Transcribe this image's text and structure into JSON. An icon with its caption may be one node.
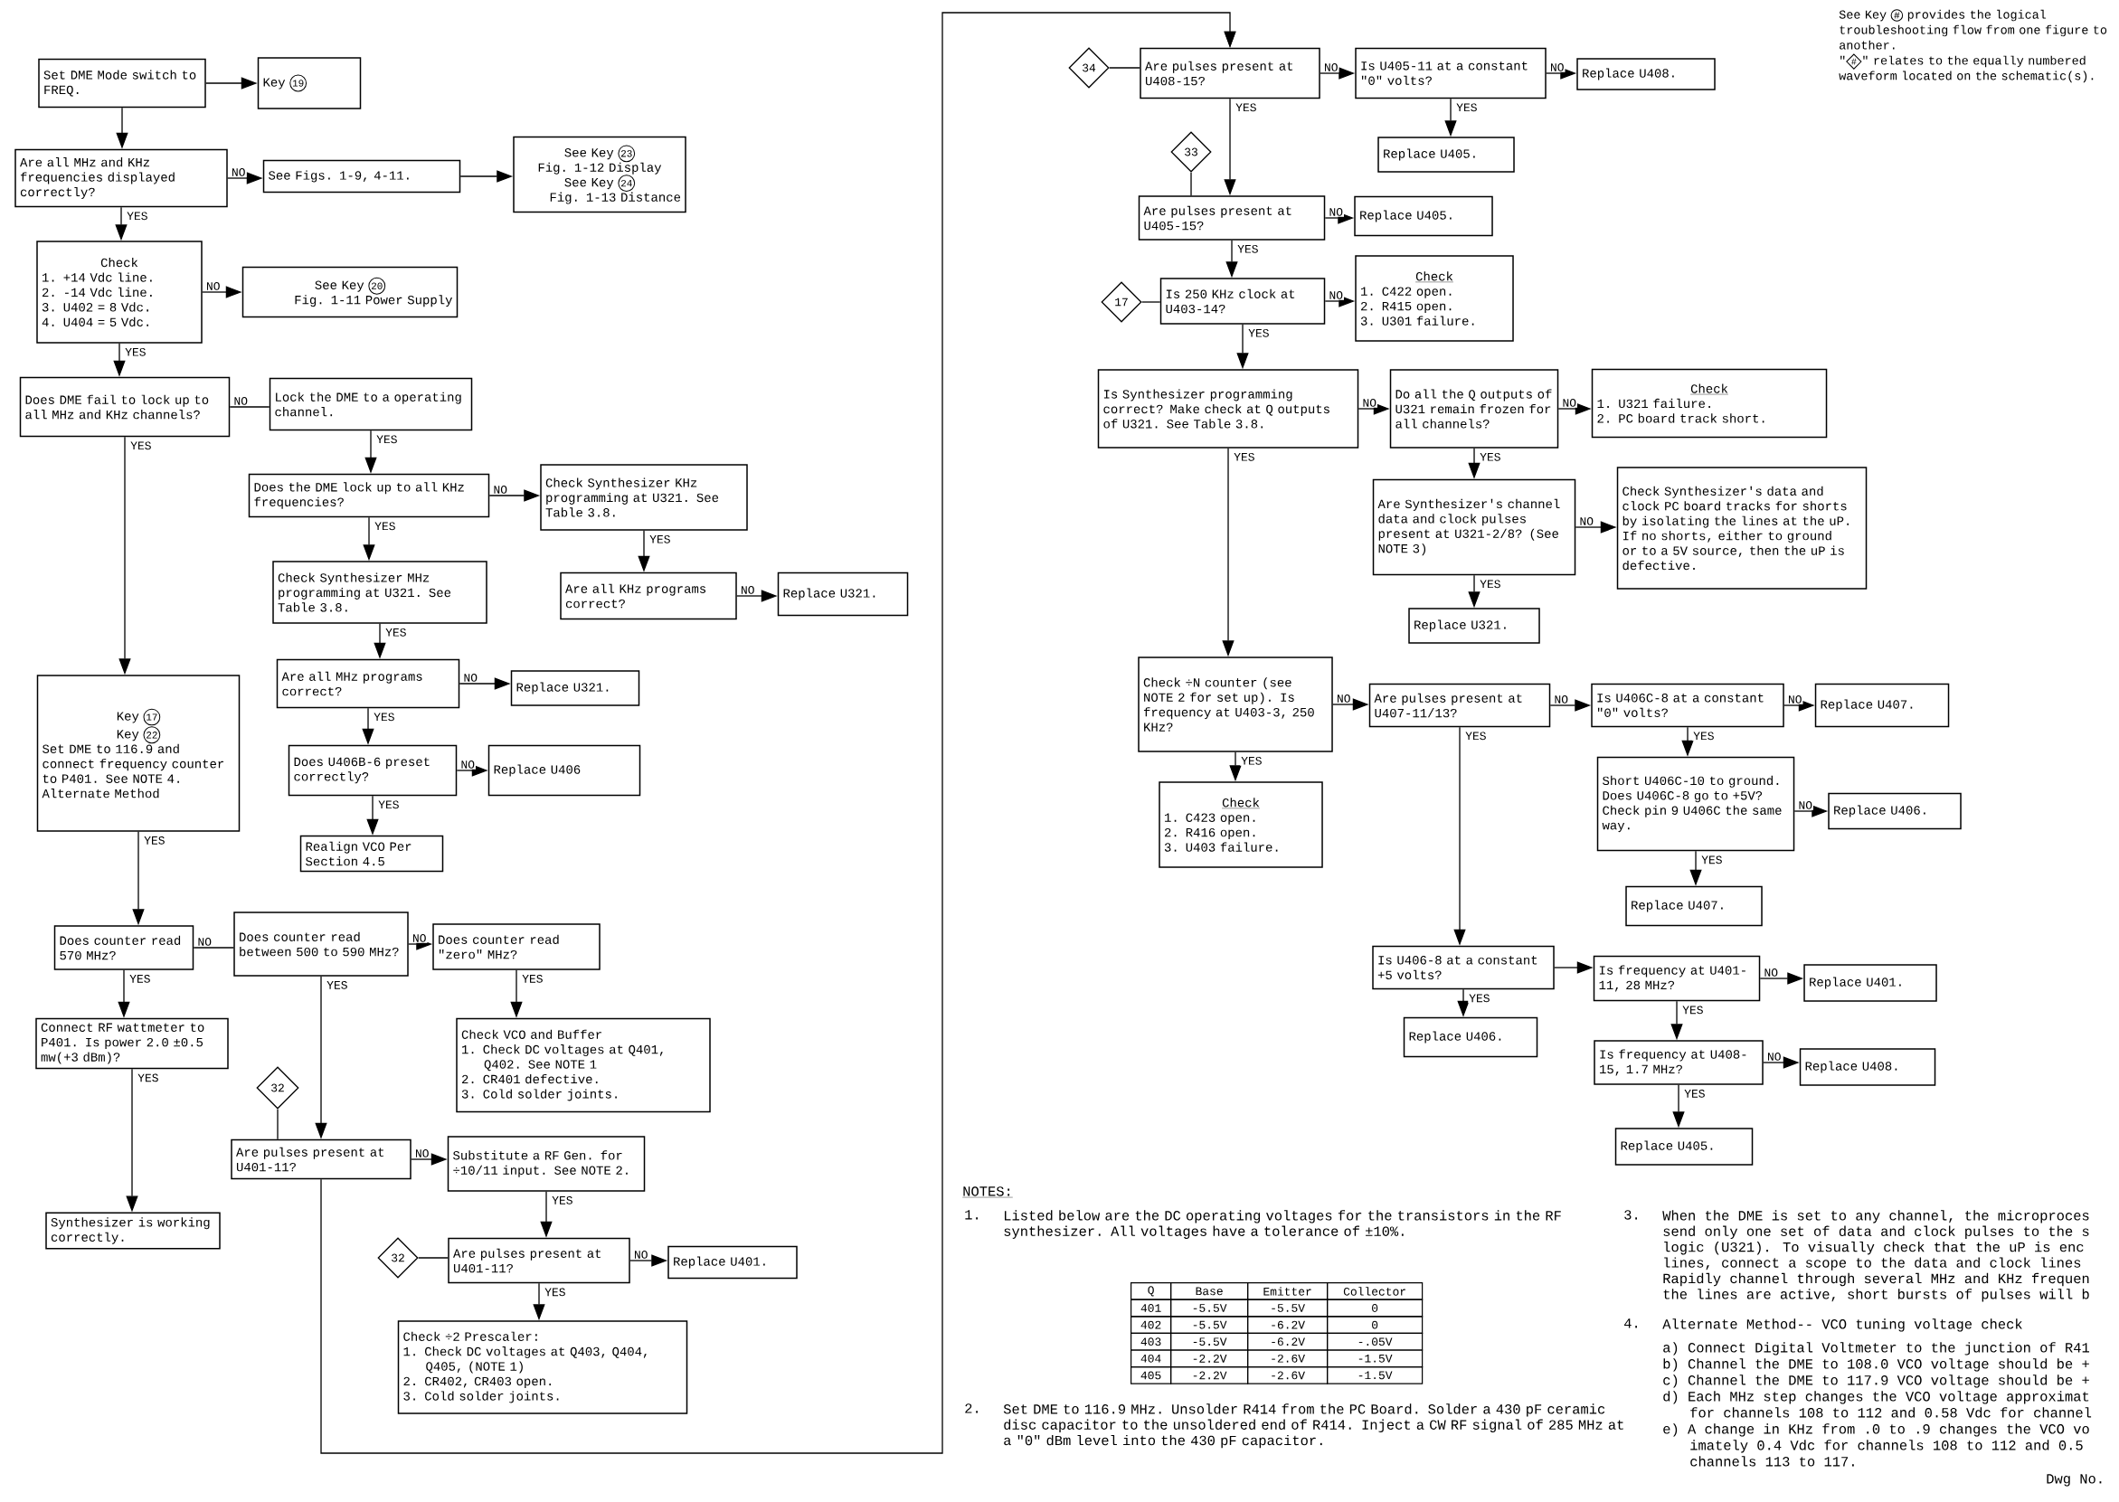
{
  "diagram": {
    "nodes": [
      {
        "text": [
          "Set DME Mode switch to FREQ."
        ]
      },
      {
        "text": [
          "Key",
          "19"
        ]
      },
      {
        "text": [
          "Are all MHz and KHz frequencies displayed correctly?"
        ]
      },
      {
        "text": [
          "See Figs. 1-9, 4-11."
        ]
      },
      {
        "text": [
          "See Key",
          "23",
          "Fig. 1-12 Display",
          "See Key",
          "24",
          "Fig. 1-13 Distance"
        ]
      },
      {
        "text": [
          "Check",
          "1. +14 Vdc line.",
          "2. -14 Vdc line.",
          "3. U402 = 8 Vdc.",
          "4. U404 = 5 Vdc."
        ]
      },
      {
        "text": [
          "See Key",
          "20",
          "Fig. 1-11 Power Supply"
        ]
      },
      {
        "text": [
          "Does DME fail to lock up to all MHz and KHz channels?"
        ]
      },
      {
        "text": [
          "Lock the DME to a operating channel."
        ]
      },
      {
        "text": [
          "Does the DME lock up to all KHz frequencies?"
        ]
      },
      {
        "text": [
          "Check Synthesizer KHz programming at U321. See Table 3.8."
        ]
      },
      {
        "text": [
          "Are all KHz programs correct?"
        ]
      },
      {
        "text": [
          "Replace U321."
        ]
      },
      {
        "text": [
          "Check Synthesizer MHz programming at U321. See Table 3.8."
        ]
      },
      {
        "text": [
          "Are all MHz programs correct?"
        ]
      },
      {
        "text": [
          "Replace U321."
        ]
      },
      {
        "text": [
          "Does U406B-6 preset correctly?"
        ]
      },
      {
        "text": [
          "Replace U406"
        ]
      },
      {
        "text": [
          "Realign VCO Per Section 4.5"
        ]
      },
      {
        "text": [
          "Key",
          "17",
          "Key",
          "22",
          "Set DME to 116.9 and connect frequency counter to P401. See NOTE 4. Alternate Method"
        ]
      },
      {
        "text": [
          "Does counter read 570 MHz?"
        ]
      },
      {
        "text": [
          "Does counter read between 500 to 590 MHz?"
        ]
      },
      {
        "text": [
          "Does counter read \"zero\" MHz?"
        ]
      },
      {
        "text": [
          "Check VCO and Buffer",
          "1. Check DC voltages at Q401, Q402. See NOTE 1",
          "2. CR401 defective.",
          "3. Cold solder joints."
        ]
      },
      {
        "text": [
          "32"
        ]
      },
      {
        "text": [
          "Are pulses present at U401-11?"
        ]
      },
      {
        "text": [
          "Substitute a RF Gen. for ÷10/11 input. See NOTE 2."
        ]
      },
      {
        "text": [
          "32"
        ]
      },
      {
        "text": [
          "Are pulses present at U401-11?"
        ]
      },
      {
        "text": [
          "Replace U401."
        ]
      },
      {
        "text": [
          "Check ÷2 Prescaler:",
          "1. Check DC voltages at Q403, Q404, Q405, (NOTE 1)",
          "2. CR402, CR403 open.",
          "3. Cold solder joints."
        ]
      },
      {
        "text": [
          "Connect RF wattmeter to P401. Is power 2.0 ±0.5 mw(+3 dBm)?"
        ]
      },
      {
        "text": [
          "Synthesizer is working correctly."
        ]
      },
      {
        "text": [
          "34"
        ]
      },
      {
        "text": [
          "Are pulses present at U408-15?"
        ]
      },
      {
        "text": [
          "Is U405-11 at a constant \"0\" volts?"
        ]
      },
      {
        "text": [
          "Replace U408."
        ]
      },
      {
        "text": [
          "Replace U405."
        ]
      },
      {
        "text": [
          "33"
        ]
      },
      {
        "text": [
          "Are pulses present at U405-15?"
        ]
      },
      {
        "text": [
          "Replace U405."
        ]
      },
      {
        "text": [
          "17"
        ]
      },
      {
        "text": [
          "Is 250 KHz clock at U403-14?"
        ]
      },
      {
        "text": [
          "Check",
          "1. C422 open.",
          "2. R415 open.",
          "3. U301 failure."
        ]
      },
      {
        "text": [
          "Is Synthesizer programming correct? Make check at Q outputs of U321. See Table 3.8."
        ]
      },
      {
        "text": [
          "Do all the Q outputs of U321 remain frozen for all channels?"
        ]
      },
      {
        "text": [
          "Check",
          "1. U321 failure.",
          "2. PC board track short."
        ]
      },
      {
        "text": [
          "Are Synthesizer's channel data and clock pulses present at U321-2/8? (See NOTE 3)"
        ]
      },
      {
        "text": [
          "Check Synthesizer's data and clock PC board tracks for shorts by isolating the lines at the uP. If no shorts, either to ground or to a 5V source, then the uP is defective."
        ]
      },
      {
        "text": [
          "Replace U321."
        ]
      },
      {
        "text": [
          "Check ÷N counter (see NOTE 2 for set up). Is frequency at U403-3, 250 KHz?"
        ]
      },
      {
        "text": [
          "Check",
          "1. C423 open.",
          "2. R416 open.",
          "3. U403 failure."
        ]
      },
      {
        "text": [
          "Are pulses present at U407-11/13?"
        ]
      },
      {
        "text": [
          "Is U406C-8 at a constant \"0\" volts?"
        ]
      },
      {
        "text": [
          "Replace U407."
        ]
      },
      {
        "text": [
          "Short U406C-10 to ground. Does U406C-8 go to +5V? Check pin 9 U406C the same way."
        ]
      },
      {
        "text": [
          "Replace U406."
        ]
      },
      {
        "text": [
          "Replace U407."
        ]
      },
      {
        "text": [
          "Is U406-8 at a constant +5 volts?"
        ]
      },
      {
        "text": [
          "Replace U406."
        ]
      },
      {
        "text": [
          "Is frequency at U401-11, 28 MHz?"
        ]
      },
      {
        "text": [
          "Replace U401."
        ]
      },
      {
        "text": [
          "Is frequency at U408-15, 1.7 MHz?"
        ]
      },
      {
        "text": [
          "Replace U408."
        ]
      },
      {
        "text": [
          "Replace U405."
        ]
      }
    ],
    "edges": [
      {
        "from": 0,
        "to": 1,
        "arrow": "to"
      },
      {
        "from": 0,
        "to": 2,
        "arrow": "to"
      },
      {
        "from": 2,
        "to": 3,
        "arrow": "to",
        "label": "NO"
      },
      {
        "from": 3,
        "to": 4,
        "arrow": "to"
      },
      {
        "from": 2,
        "to": 5,
        "arrow": "to",
        "label": "YES"
      },
      {
        "from": 5,
        "to": 6,
        "arrow": "to",
        "label": "NO"
      },
      {
        "from": 5,
        "to": 7,
        "arrow": "to",
        "label": "YES"
      },
      {
        "from": 7,
        "to": 8,
        "arrow": "none",
        "label": "NO"
      },
      {
        "from": 8,
        "to": 9,
        "arrow": "to",
        "label": "YES"
      },
      {
        "from": 9,
        "to": 10,
        "arrow": "to",
        "label": "NO"
      },
      {
        "from": 10,
        "to": 11,
        "arrow": "to",
        "label": "YES"
      },
      {
        "from": 11,
        "to": 12,
        "arrow": "to",
        "label": "NO"
      },
      {
        "from": 9,
        "to": 13,
        "arrow": "to",
        "label": "YES"
      },
      {
        "from": 13,
        "to": 14,
        "arrow": "to",
        "label": "YES"
      },
      {
        "from": 14,
        "to": 15,
        "arrow": "to",
        "label": "NO"
      },
      {
        "from": 14,
        "to": 16,
        "arrow": "to",
        "label": "YES"
      },
      {
        "from": 16,
        "to": 17,
        "arrow": "to",
        "label": "NO"
      },
      {
        "from": 16,
        "to": 18,
        "arrow": "to",
        "label": "YES"
      },
      {
        "from": 7,
        "to": 19,
        "arrow": "to",
        "label": "YES"
      },
      {
        "from": 19,
        "to": 20,
        "arrow": "to",
        "label": "YES"
      },
      {
        "from": 20,
        "to": 21,
        "arrow": "none",
        "label": "NO"
      },
      {
        "from": 21,
        "to": 22,
        "arrow": "to",
        "label": "NO"
      },
      {
        "from": 22,
        "to": 23,
        "arrow": "to",
        "label": "YES"
      },
      {
        "from": 20,
        "to": 31,
        "arrow": "to",
        "label": "YES"
      },
      {
        "from": 31,
        "to": 32,
        "arrow": "to",
        "label": "YES"
      },
      {
        "from": 21,
        "to": 25,
        "arrow": "to",
        "label": "YES"
      },
      {
        "from": 24,
        "to": 25,
        "arrow": "none"
      },
      {
        "from": 25,
        "to": 26,
        "arrow": "to",
        "label": "NO"
      },
      {
        "from": 26,
        "to": 28,
        "arrow": "to",
        "label": "YES"
      },
      {
        "from": 27,
        "to": 28,
        "arrow": "none"
      },
      {
        "from": 28,
        "to": 29,
        "arrow": "to",
        "label": "NO"
      },
      {
        "from": 28,
        "to": 30,
        "arrow": "to",
        "label": "YES"
      },
      {
        "from": 25,
        "to": 34,
        "arrow": "to"
      },
      {
        "from": 33,
        "to": 34,
        "arrow": "none"
      },
      {
        "from": 34,
        "to": 35,
        "arrow": "to",
        "label": "NO"
      },
      {
        "from": 35,
        "to": 36,
        "arrow": "to",
        "label": "NO"
      },
      {
        "from": 35,
        "to": 37,
        "arrow": "to",
        "label": "YES"
      },
      {
        "from": 34,
        "to": 39,
        "arrow": "to",
        "label": "YES"
      },
      {
        "from": 38,
        "to": 39,
        "arrow": "none"
      },
      {
        "from": 39,
        "to": 40,
        "arrow": "to",
        "label": "NO"
      },
      {
        "from": 39,
        "to": 42,
        "arrow": "to",
        "label": "YES"
      },
      {
        "from": 41,
        "to": 42,
        "arrow": "none"
      },
      {
        "from": 42,
        "to": 43,
        "arrow": "to",
        "label": "NO"
      },
      {
        "from": 42,
        "to": 44,
        "arrow": "to",
        "label": "YES"
      },
      {
        "from": 44,
        "to": 45,
        "arrow": "to",
        "label": "NO"
      },
      {
        "from": 45,
        "to": 46,
        "arrow": "to",
        "label": "NO"
      },
      {
        "from": 45,
        "to": 47,
        "arrow": "to",
        "label": "YES"
      },
      {
        "from": 47,
        "to": 48,
        "arrow": "to",
        "label": "NO"
      },
      {
        "from": 47,
        "to": 49,
        "arrow": "to",
        "label": "YES"
      },
      {
        "from": 44,
        "to": 50,
        "arrow": "to",
        "label": "YES"
      },
      {
        "from": 50,
        "to": 51,
        "arrow": "to",
        "label": "YES"
      },
      {
        "from": 50,
        "to": 52,
        "arrow": "to",
        "label": "NO"
      },
      {
        "from": 52,
        "to": 53,
        "arrow": "to",
        "label": "NO"
      },
      {
        "from": 53,
        "to": 54,
        "arrow": "to",
        "label": "NO"
      },
      {
        "from": 53,
        "to": 55,
        "arrow": "to",
        "label": "YES"
      },
      {
        "from": 55,
        "to": 56,
        "arrow": "to",
        "label": "NO"
      },
      {
        "from": 55,
        "to": 57,
        "arrow": "to",
        "label": "YES"
      },
      {
        "from": 52,
        "to": 58,
        "arrow": "to",
        "label": "YES"
      },
      {
        "from": 58,
        "to": 59,
        "arrow": "to",
        "label": "YES"
      },
      {
        "from": 58,
        "to": 60,
        "arrow": "to"
      },
      {
        "from": 60,
        "to": 61,
        "arrow": "to",
        "label": "NO"
      },
      {
        "from": 60,
        "to": 62,
        "arrow": "to",
        "label": "YES"
      },
      {
        "from": 62,
        "to": 63,
        "arrow": "to",
        "label": "NO"
      },
      {
        "from": 62,
        "to": 64,
        "arrow": "to",
        "label": "YES"
      }
    ],
    "labels": [
      "See Key",
      "#",
      "provides the logical troubleshooting flow from one figure to another.",
      "\"",
      "#",
      "\" relates to the equally numbered waveform located on the schematic(s).",
      "NOTES:",
      "1.",
      "Listed below are the DC operating voltages for the transistors in the RF synthesizer. All voltages have a tolerance of ±10%.",
      "Q",
      "Base",
      "Emitter",
      "Collector",
      "401",
      "-5.5V",
      "-5.5V",
      "0",
      "402",
      "-5.5V",
      "-6.2V",
      "0",
      "403",
      "-5.5V",
      "-6.2V",
      "-.05V",
      "404",
      "-2.2V",
      "-2.6V",
      "-1.5V",
      "405",
      "-2.2V",
      "-2.6V",
      "-1.5V",
      "2.",
      "Set DME to 116.9 MHz. Unsolder R414 from the PC Board. Solder a 430 pF ceramic disc capacitor to the unsoldered end of R414. Inject a CW RF signal of 285 MHz at a \"0\" dBm level into the 430 pF capacitor.",
      "3.",
      "When the DME is set to any channel, the microproces",
      "send only one set of data and clock pulses to the s",
      "logic (U321). To visually check that the uP is enc",
      "lines, connect a scope to the data and clock lines",
      "Rapidly channel through several MHz and KHz frequen",
      "the lines are active, short bursts of pulses will b",
      "4.",
      "Alternate Method-- VCO tuning voltage check",
      "a) Connect Digital Voltmeter to the junction of R41",
      "b) Channel the DME to 108.0 VCO voltage should be +",
      "c) Channel the DME to 117.9 VCO voltage should be +",
      "d) Each MHz step changes the VCO voltage approximat",
      "for channels 108 to 112 and 0.58 Vdc for channel",
      "e) A change in KHz from .0 to .9 changes the VCO vo",
      "imately 0.4 Vdc for channels 108 to 112 and 0.5",
      "channels 113 to 117.",
      "Dwg No."
    ]
  }
}
